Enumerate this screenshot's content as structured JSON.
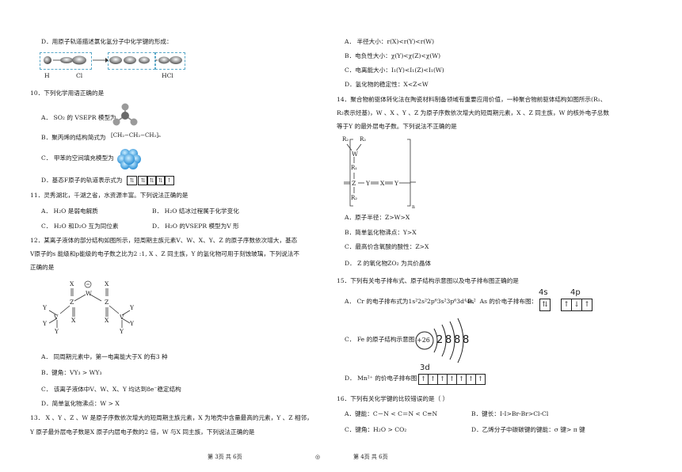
{
  "left": {
    "q9d": {
      "text": "D．用原子轨道描述氯化氢分子中化学键的形成：",
      "labels": [
        "H",
        "Cl",
        "HCl"
      ]
    },
    "q10": {
      "stem": "10．下列化学用语正确的是",
      "A": "A． SO₂ 的 VSEPR 模型为",
      "B": "B．聚丙烯的结构简式为",
      "B_formula": "[CH₂−CH₂−CH₂]ₙ",
      "C": "C． 甲苯的空间填充模型为",
      "D": "D．基态F原子的轨道表示式为"
    },
    "q11": {
      "stem": "11．灵秀湖北，千湖之省，水资源丰富。下列说法正确的是",
      "A": "A． H₂O 是弱电解质",
      "B": "B． H₂O 结冰过程属于化学变化",
      "C": "C． H₂O 和D₂O 互为同位素",
      "D": "D． H₂O 的VSEPR 模型为V 形"
    },
    "q12": {
      "stem1": "12．某离子液体的部分结构如图所示，短周期主族元素V、W、X、Y、Z 的原子序数依次增大，基态",
      "stem2": "V原子的s 能级和p能级的电子数之比为2 :1, X 、Z 同主族，Y 的氢化物可用于刻蚀玻璃，下列说法不",
      "stem3": "正确的是",
      "A": "A． 同周期元素中，第一电离能大于X 的有3 种",
      "B": "B．键角：VY₃ > WY₃",
      "C": "C． 该离子液体中V、W、X、Y 均达到8e⁻稳定结构",
      "D": "D．简单氢化物沸点：W > X",
      "atoms": [
        "X",
        "W",
        "X",
        "Z",
        "Z",
        "V",
        "V",
        "X",
        "X",
        "Y",
        "Y",
        "Y",
        "Y",
        "Y",
        "Y"
      ]
    },
    "q13": {
      "stem1": "13． X 、Y 、Z 、W 是原子序数依次增大的短周期主族元素，X 为地壳中含量最高的元素，Y 、Z 相邻，",
      "stem2": "Y 原子最外层电子数是X 原子内层电子数的2 倍，W 与X 同主族，下列说法正确的是"
    },
    "footer": "第 3页  共 6页"
  },
  "right": {
    "q13opts": {
      "A": "A． 半径大小：r(X)<r(Y)<r(W)",
      "B": "B．电负性大小：χ(Y)<χ(Z)<χ(W)",
      "C": "C．电离能大小：I₁(Y)<I₁(Z)<I₁(W)",
      "D": "D．氢化物的稳定性：X<Z<W"
    },
    "q14": {
      "stem1": "14．聚合物前驱体转化法在陶瓷材料制备领域有重要应用价值，一种聚合物前驱体结构如图所示(R₁、",
      "stem2": "R₂表示烃基)，W 、X 、Y 、Z 为原子序数依次增大的短周期元素，X 、Z 同主族，W 的核外电子总数",
      "stem3": "等于Y 的最外层电子数。下列说法不正确的是",
      "struct": [
        "R₂",
        "R₂",
        "W",
        "R₁",
        "Z",
        "Y",
        "X",
        "Y",
        "R₂",
        "n"
      ],
      "A": "A．原子半径：Z>W>X",
      "B": "B．简单氢化物沸点：Y>X",
      "C": "C．最高价含氧酸的酸性：Z>X",
      "D": "D． Z 的氧化物ZO₂ 为共价晶体"
    },
    "q15": {
      "stem": "15．下列有关电子排布式、原子结构示意图以及电子排布图正确的是",
      "A": "A． Cr 的电子排布式为1s²2s²2p⁶3s²3p⁶3d⁴4s²",
      "B": "B． As 的价电子排布图：",
      "B_labels": [
        "4s",
        "4p"
      ],
      "C": "C． Fe 的原子结构示意图：",
      "C_nucleus": "+26",
      "C_shells": [
        "2",
        "8",
        "8",
        "8"
      ],
      "D": "D． Mn²⁺ 的价电子排布图：",
      "D_label": "3d"
    },
    "q16": {
      "stem": "16．下列有关化学键的比较错误的是（     ）",
      "A": "A．键能：C－N < C＝N < C≡N",
      "B": "B．键长：I-I>Br-Br>Cl-Cl",
      "C": "C．键角：H₂O > CO₂",
      "D": "D．乙烯分子中碳碳键的键能：σ 键> π 键"
    },
    "footer": "第 4页  共 6页"
  },
  "center_mark": "◎"
}
